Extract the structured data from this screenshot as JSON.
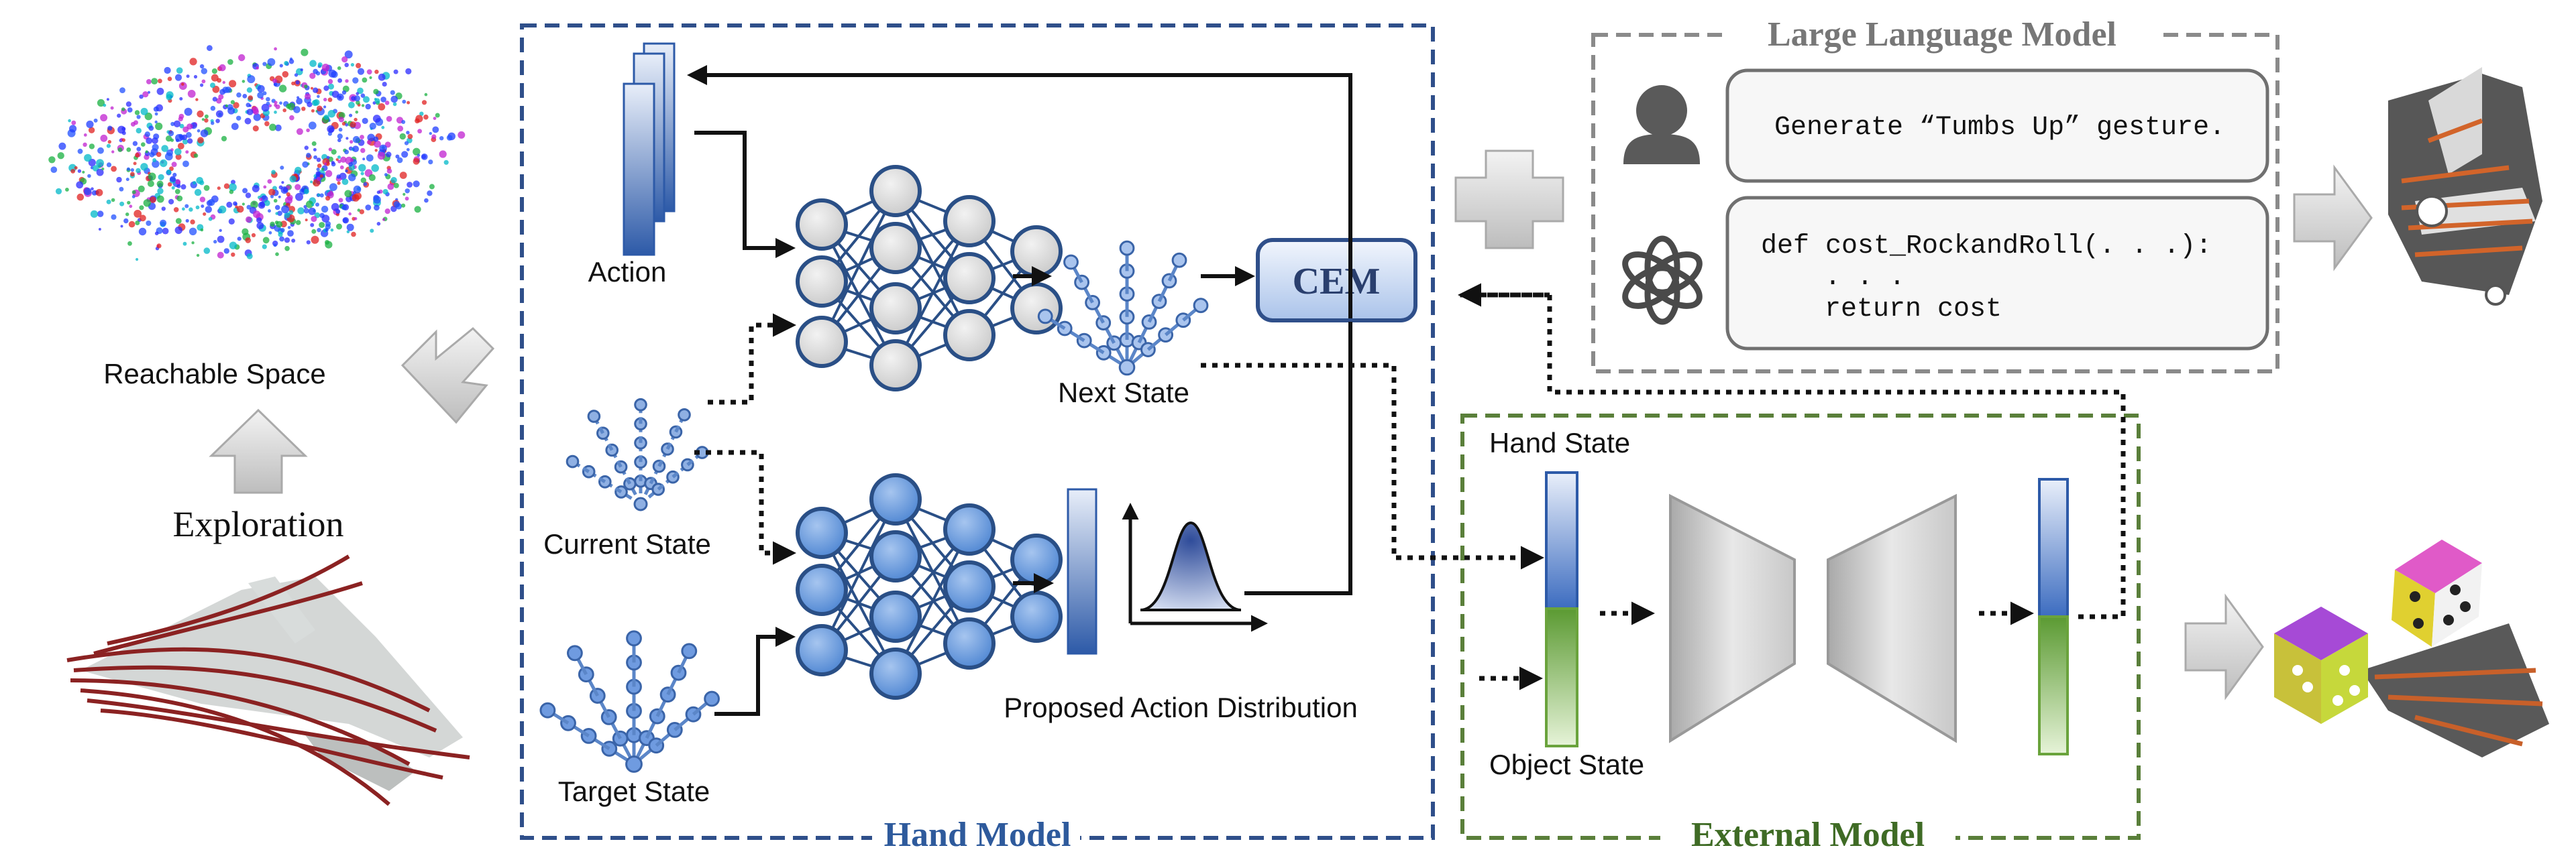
{
  "labels": {
    "reachable_space": "Reachable Space",
    "exploration": "Exploration",
    "action": "Action",
    "current_state": "Current State",
    "target_state": "Target State",
    "next_state": "Next State",
    "cem": "CEM",
    "proposed_action_distribution": "Proposed Action Distribution",
    "hand_model": "Hand Model",
    "llm": "Large Language Model",
    "hand_state": "Hand State",
    "object_state": "Object State",
    "external_model": "External Model"
  },
  "llm_prompt": "Generate “Tumbs Up” gesture.",
  "llm_code": {
    "line1": "def cost_RockandRoll(. . .):",
    "line2": ". . .",
    "line3": "return cost"
  },
  "icons": {
    "user": "person-icon",
    "llm_logo": "openai-logo-icon",
    "plus": "plus-icon"
  },
  "colors": {
    "hand_model_border": "#2f4f8a",
    "hand_model_title": "#2e5a9c",
    "llm_border": "#8a8a8a",
    "llm_title": "#777777",
    "external_border": "#5a7f3a",
    "external_title": "#3f6b25",
    "node_blue": "#5b8fd6",
    "node_gray": "#d9d9d9"
  }
}
